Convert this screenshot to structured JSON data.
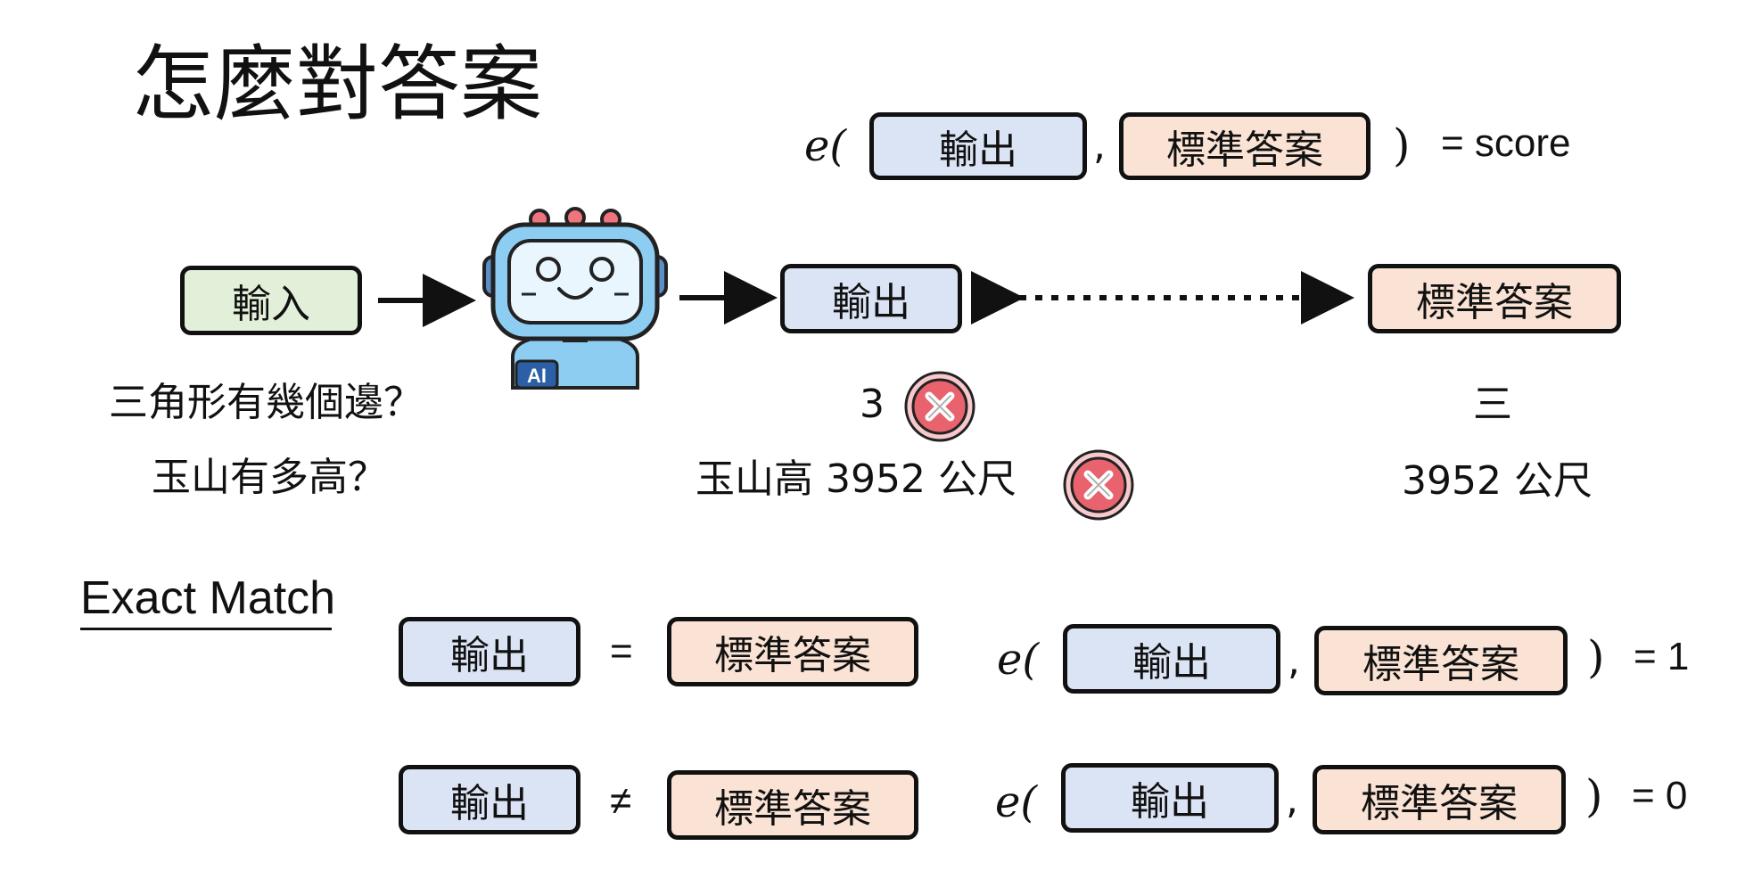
{
  "title": "怎麼對答案",
  "formula": {
    "e_label": "e(",
    "output_label": "輸出",
    "comma": ",",
    "answer_label": "標準答案",
    "close_paren": ")",
    "equals_score": "= score"
  },
  "flow": {
    "input_label": "輸入",
    "output_label": "輸出",
    "answer_label": "標準答案",
    "robot_badge": "AI"
  },
  "examples": {
    "question_1": "三角形有幾個邊？",
    "question_2": "玉山有多高？",
    "output_1": "3",
    "output_2": "玉山高 3952 公尺",
    "answer_1": "三",
    "answer_2": "3952 公尺"
  },
  "exact_match": {
    "heading": "Exact Match",
    "row1": {
      "output_label": "輸出",
      "operator": "=",
      "answer_label": "標準答案",
      "e_label": "e(",
      "e_output_label": "輸出",
      "comma": ",",
      "e_answer_label": "標準答案",
      "close_paren": ")",
      "result": "= 1"
    },
    "row2": {
      "output_label": "輸出",
      "operator": "≠",
      "answer_label": "標準答案",
      "e_label": "e(",
      "e_output_label": "輸出",
      "comma": ",",
      "e_answer_label": "標準答案",
      "close_paren": ")",
      "result": "= 0"
    }
  },
  "colors": {
    "output_fill": "#dbe4f4",
    "answer_fill": "#fae3d4",
    "input_fill": "#e2f0d9",
    "wrong_icon": "#e8636d",
    "robot_body": "#8ecdf2"
  }
}
